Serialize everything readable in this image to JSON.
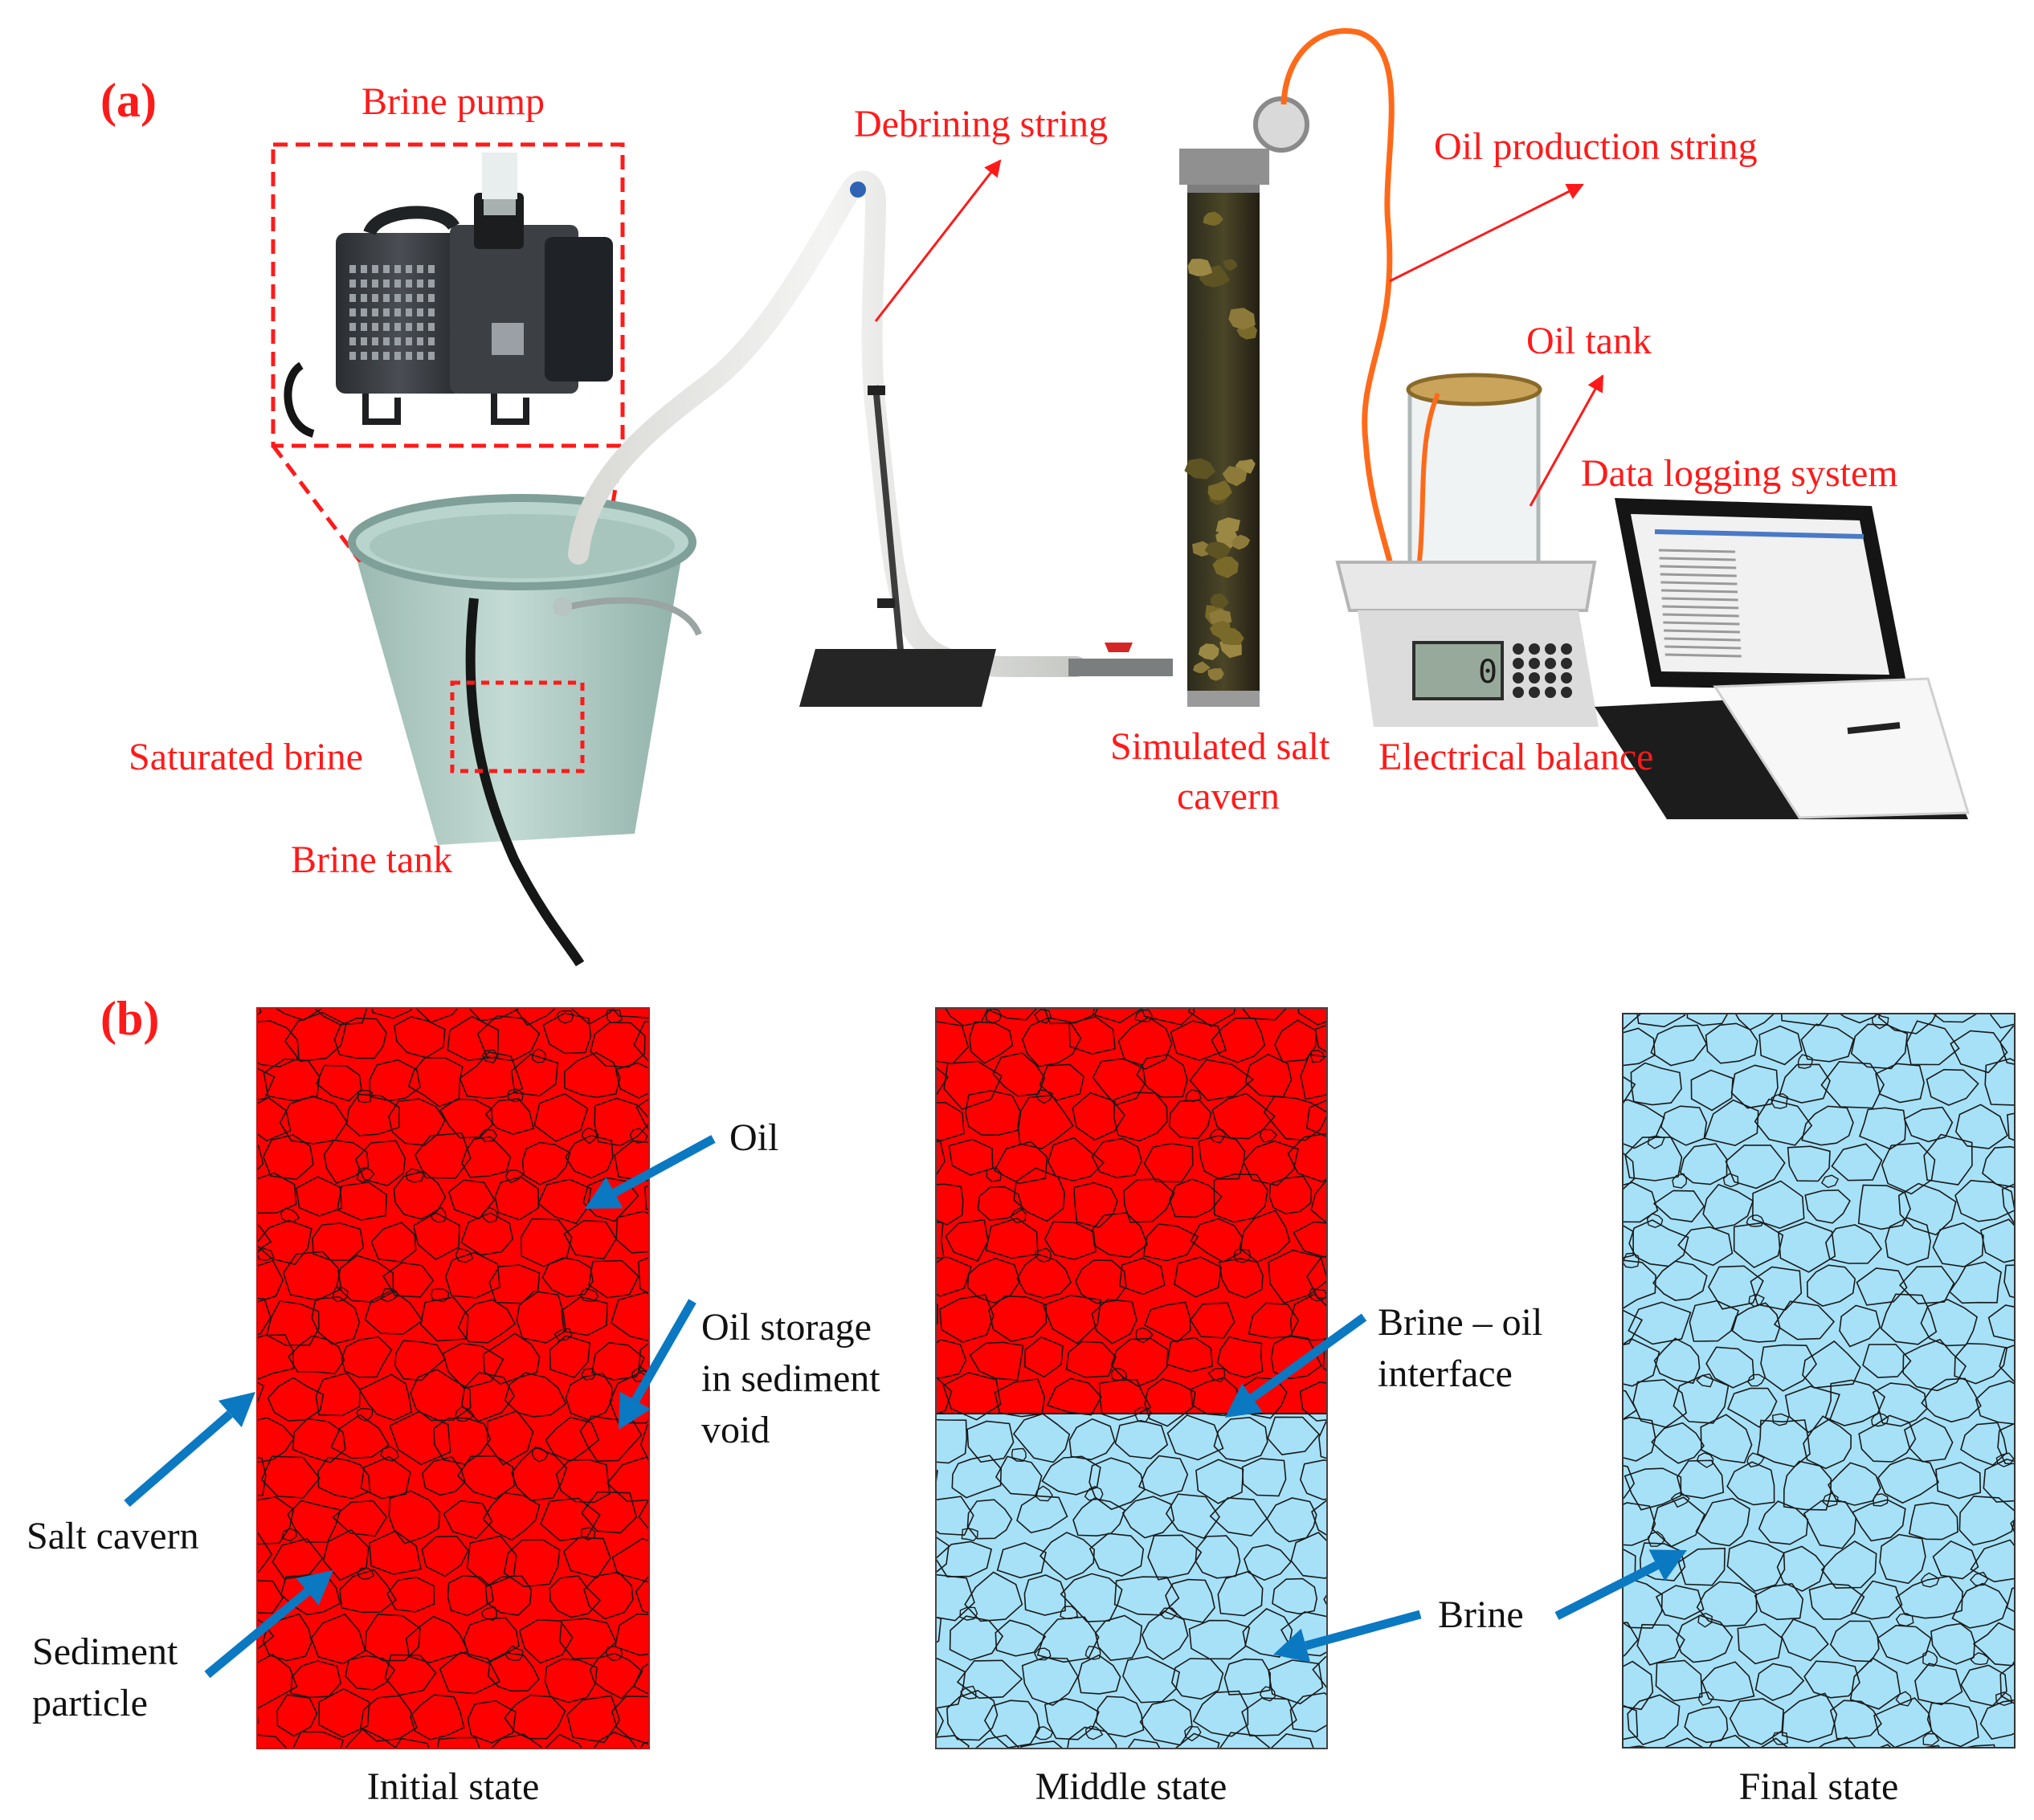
{
  "panel_a": {
    "tag": "(a)",
    "labels": {
      "brine_pump": "Brine pump",
      "debrining_string": "Debrining string",
      "oil_production_string": "Oil production string",
      "oil_tank": "Oil tank",
      "data_logging_system": "Data logging system",
      "saturated_brine": "Saturated brine",
      "brine_tank": "Brine tank",
      "simulated_salt_cavern_1": "Simulated salt",
      "simulated_salt_cavern_2": "cavern",
      "electrical_balance": "Electrical balance"
    },
    "balance_display": "0"
  },
  "panel_b": {
    "tag": "(b)",
    "labels": {
      "oil": "Oil",
      "oil_storage_1": "Oil storage",
      "oil_storage_2": "in sediment",
      "oil_storage_3": "void",
      "salt_cavern": "Salt cavern",
      "sediment_1": "Sediment",
      "sediment_2": "particle",
      "interface_1": "Brine – oil",
      "interface_2": "interface",
      "brine": "Brine"
    },
    "captions": {
      "initial": "Initial state",
      "middle": "Middle state",
      "final": "Final state"
    },
    "colors": {
      "oil": "#ff0000",
      "brine": "#a6e1f7",
      "arrow": "#0b78c2",
      "label_red": "#ff1a1a"
    }
  }
}
